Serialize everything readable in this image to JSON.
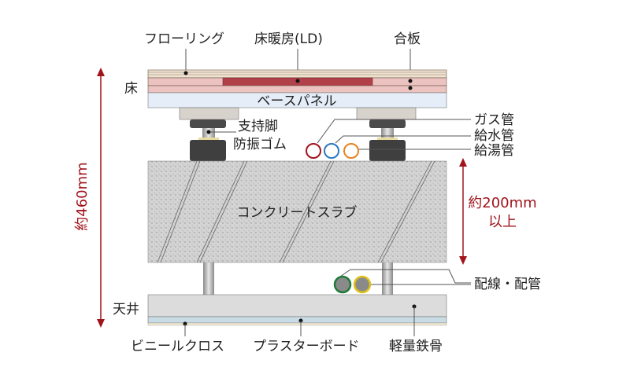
{
  "labels": {
    "flooring": "フローリング",
    "floor_heating": "床暖房(LD)",
    "plywood": "合板",
    "floor": "床",
    "base_panel": "ベースパネル",
    "support_leg": "支持脚",
    "rubber": "防振ゴム",
    "gas_pipe": "ガス管",
    "water_pipe": "給水管",
    "hot_water_pipe": "給湯管",
    "slab": "コンクリートスラブ",
    "wiring": "配線・配管",
    "ceiling": "天井",
    "vinyl_cloth": "ビニールクロス",
    "plaster_board": "プラスターボード",
    "steel_frame": "軽量鉄骨"
  },
  "dimensions": {
    "total": "約460mm",
    "slab_line1": "約200mm",
    "slab_line2": "以上"
  },
  "colors": {
    "accent": "#a0141c",
    "gas": "#a0141c",
    "water": "#2a78c0",
    "hot_water": "#e8821e",
    "wire1": "#1f7a3a",
    "wire2": "#e0c21a"
  }
}
